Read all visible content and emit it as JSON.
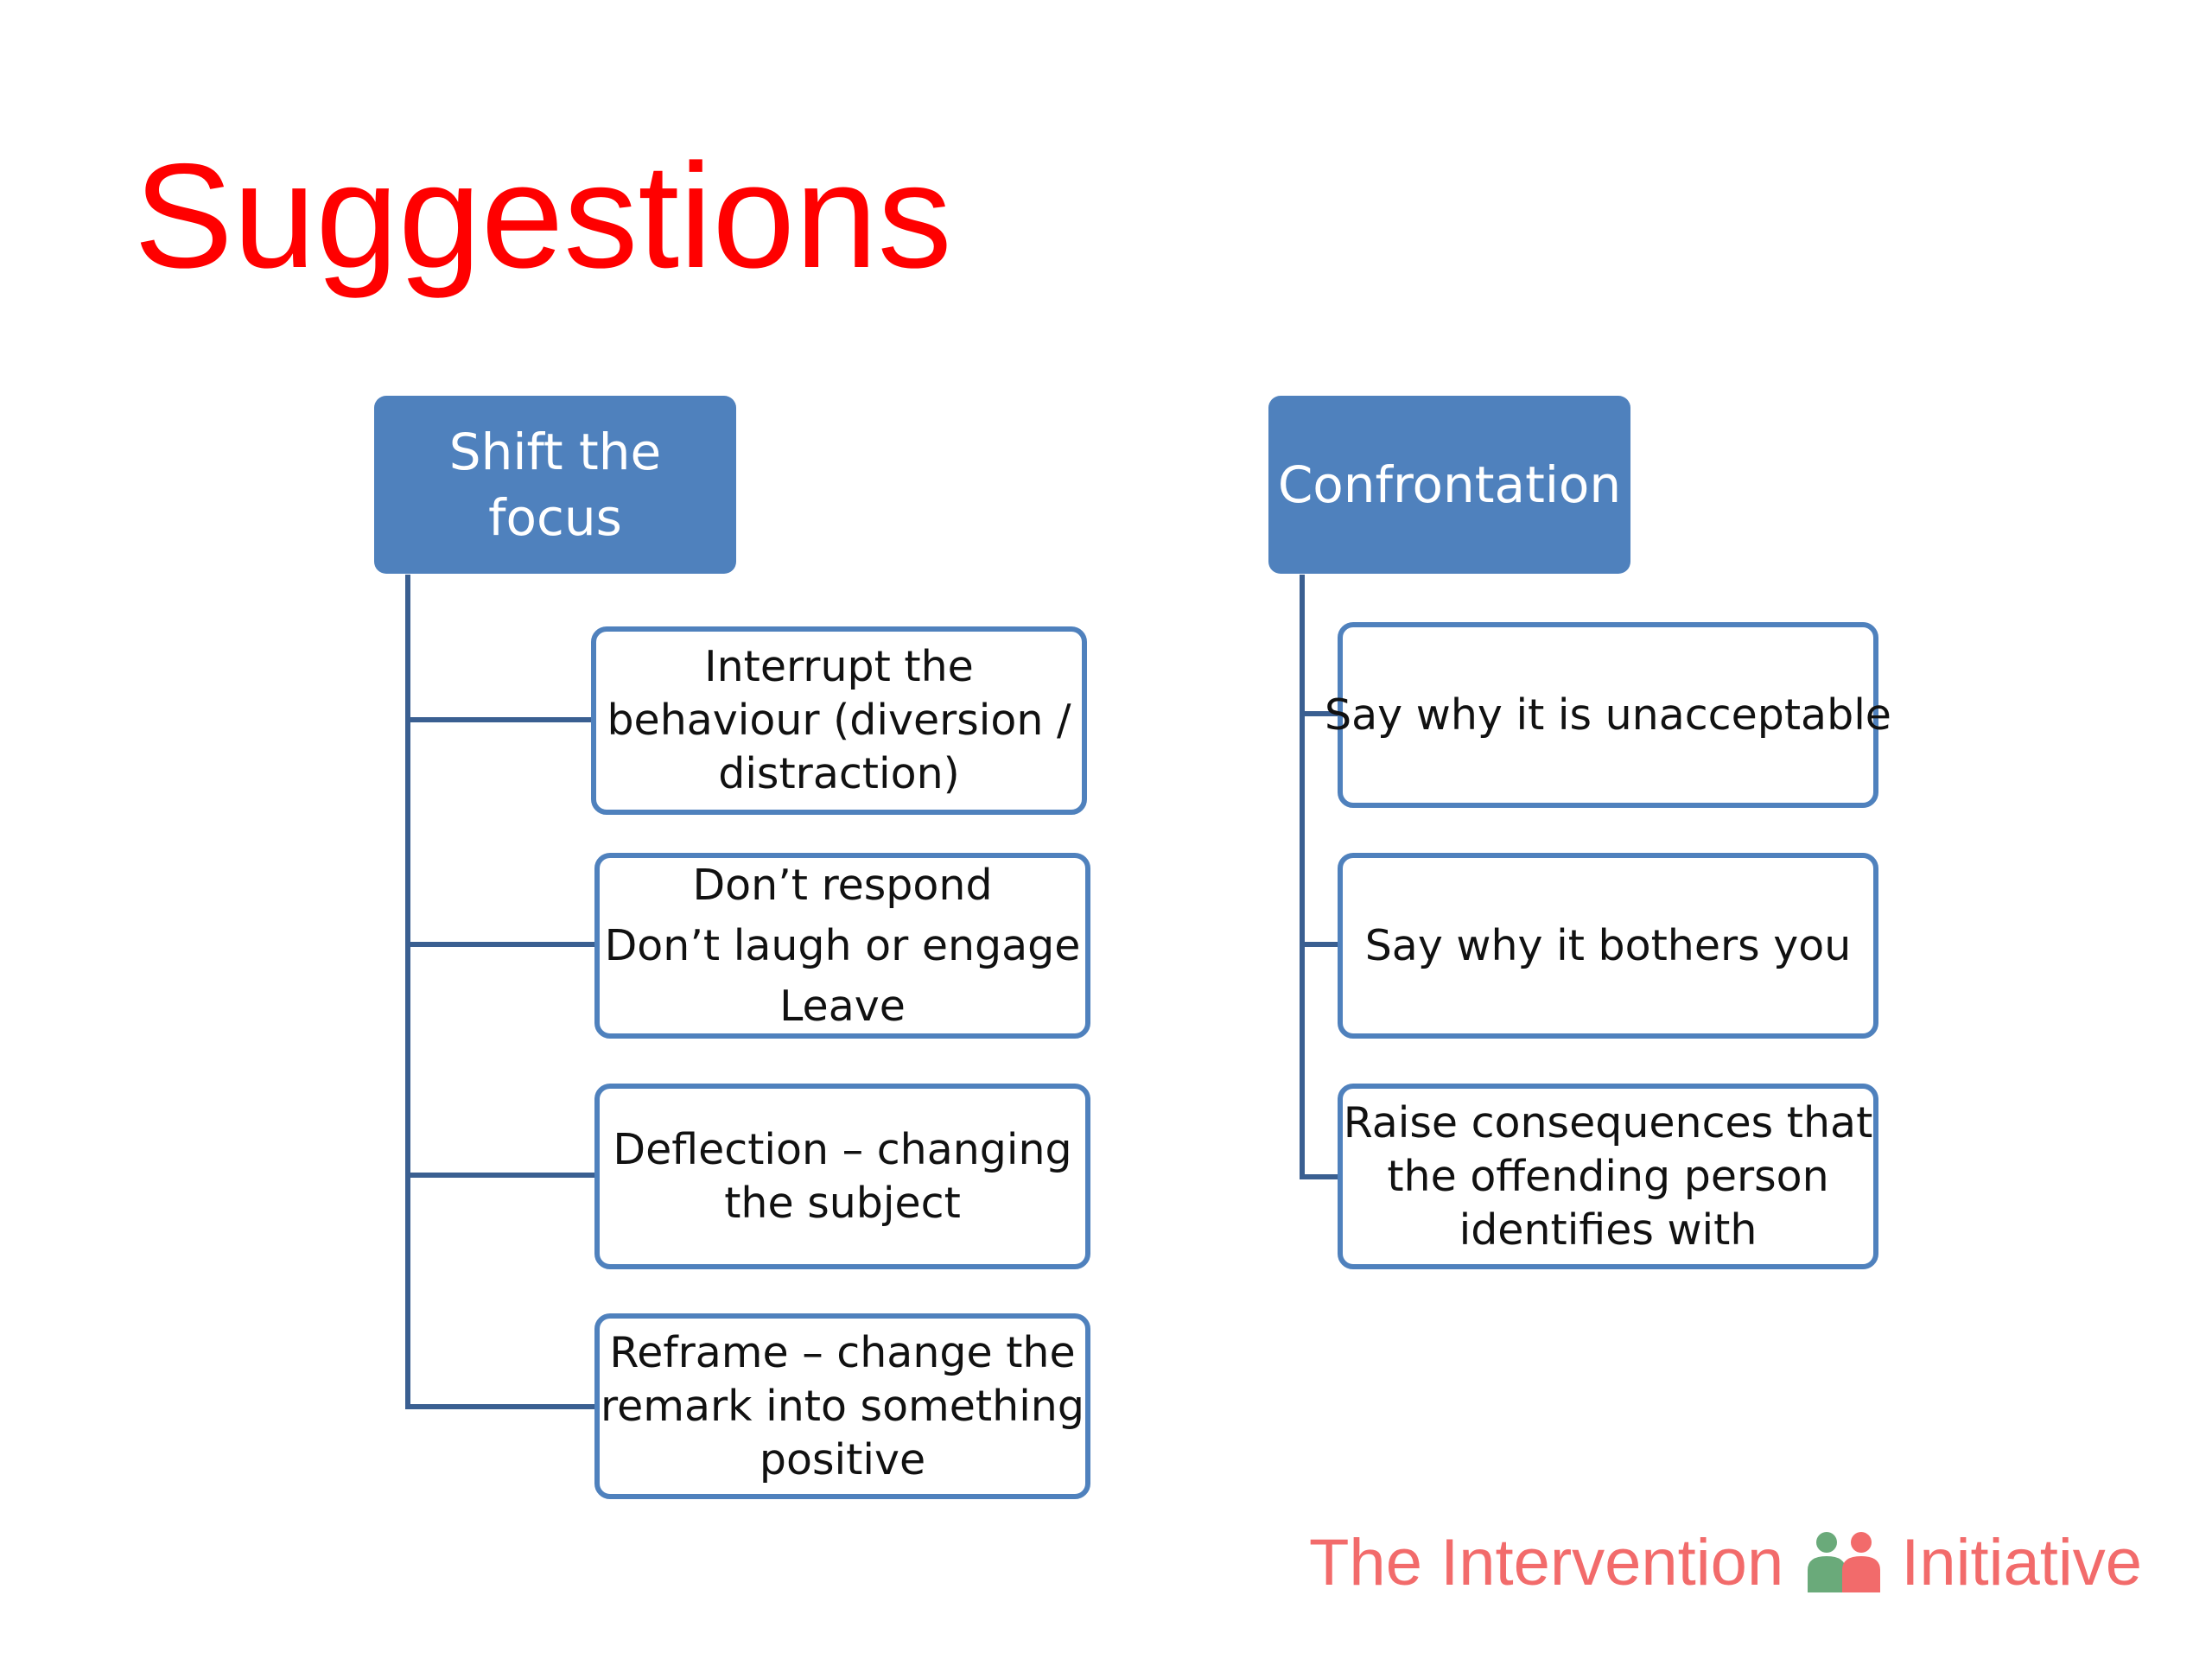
{
  "title": "Suggestions",
  "columns": [
    {
      "header": [
        "Shift the",
        "focus"
      ],
      "items": [
        [
          "Interrupt the",
          "behaviour (diversion /",
          "distraction)"
        ],
        [
          "Don’t respond",
          "Don’t laugh or engage",
          "Leave"
        ],
        [
          "Deflection – changing",
          "the subject"
        ],
        [
          "Reframe – change the",
          "remark into something",
          "positive"
        ]
      ]
    },
    {
      "header": [
        "Confrontation"
      ],
      "items": [
        [
          "Say why it is unacceptable"
        ],
        [
          "Say why it bothers you"
        ],
        [
          "Raise consequences that",
          "the offending person",
          "identifies with"
        ]
      ]
    }
  ],
  "footer": {
    "left": "The Intervention",
    "right": "Initiative",
    "logo_icon": "two-people-icon"
  },
  "colors": {
    "title": "#ff0000",
    "header_fill": "#4f81bd",
    "box_border": "#4f81bd",
    "connector": "#3a5f91",
    "footer_text": "#f26b6b",
    "logo_green": "#6aaa7a",
    "logo_red": "#f26b6b"
  }
}
